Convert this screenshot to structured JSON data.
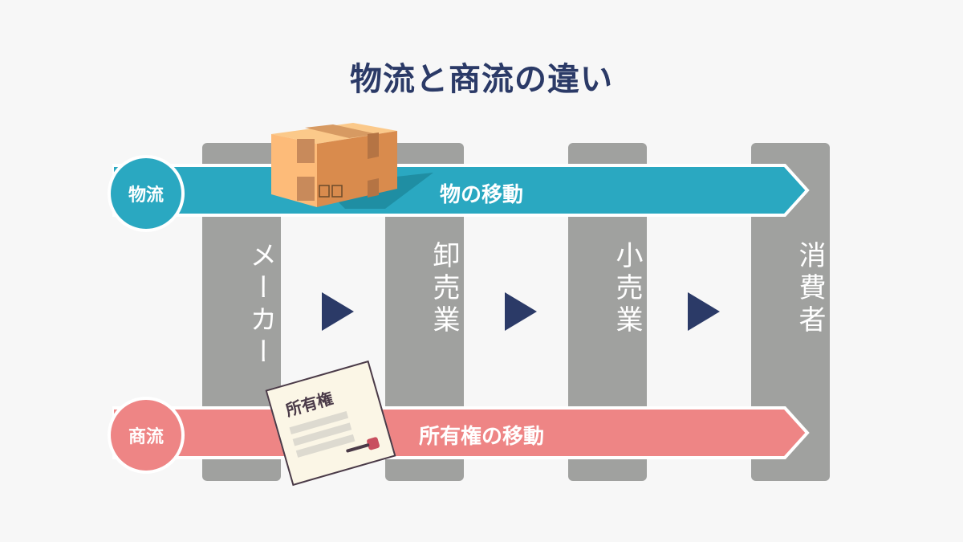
{
  "title": "物流と商流の違い",
  "stages": [
    "メーカー",
    "卸売業",
    "小売業",
    "消費者"
  ],
  "logistics": {
    "badge": "物流",
    "label": "物の移動",
    "color": "#2aa8c1"
  },
  "commercial": {
    "badge": "商流",
    "label": "所有権の移動",
    "color": "#ee8585",
    "document_title": "所有権"
  },
  "colors": {
    "title": "#2b3a67",
    "column": "#a0a19f"
  }
}
